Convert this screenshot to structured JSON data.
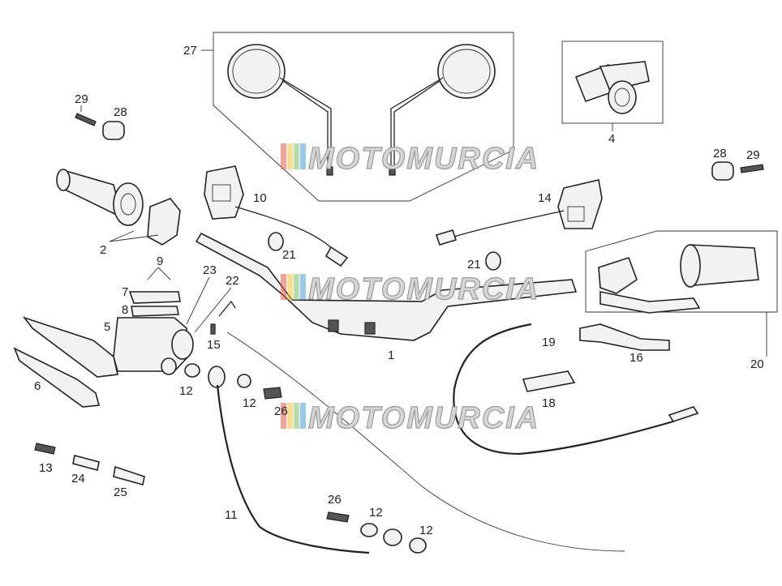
{
  "diagram": {
    "callouts": [
      "1",
      "2",
      "4",
      "5",
      "6",
      "7",
      "8",
      "9",
      "10",
      "11",
      "12",
      "12",
      "12",
      "12",
      "13",
      "14",
      "15",
      "16",
      "18",
      "19",
      "20",
      "21",
      "21",
      "22",
      "23",
      "24",
      "25",
      "26",
      "26",
      "27",
      "28",
      "28",
      "29",
      "29"
    ]
  },
  "labels": {
    "l1": "1",
    "l2": "2",
    "l4": "4",
    "l5": "5",
    "l6": "6",
    "l7": "7",
    "l8": "8",
    "l9": "9",
    "l10": "10",
    "l11": "11",
    "l12a": "12",
    "l12b": "12",
    "l12c": "12",
    "l12d": "12",
    "l13": "13",
    "l14": "14",
    "l15": "15",
    "l16": "16",
    "l18": "18",
    "l19": "19",
    "l20": "20",
    "l21a": "21",
    "l21b": "21",
    "l22": "22",
    "l23": "23",
    "l24": "24",
    "l25": "25",
    "l26a": "26",
    "l26b": "26",
    "l27": "27",
    "l28a": "28",
    "l28b": "28",
    "l29a": "29",
    "l29b": "29"
  },
  "watermark": {
    "text": "MOTOMURCIA",
    "stripe_colors": [
      "#e85a4a",
      "#f2c23a",
      "#7cc46a",
      "#4aa0d8"
    ]
  }
}
